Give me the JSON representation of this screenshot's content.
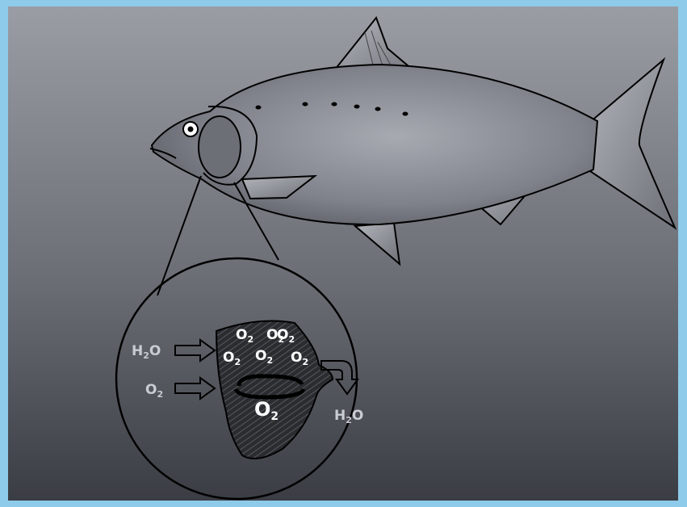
{
  "labels": {
    "water_in": {
      "main": "H",
      "sub": "2",
      "tail": "O"
    },
    "oxygen_in": {
      "main": "O",
      "sub": "2"
    },
    "water_out": {
      "main": "H",
      "sub": "2",
      "tail": "O"
    },
    "gill_o2": {
      "main": "O",
      "sub": "2"
    },
    "gill_o2_large": {
      "main": "O",
      "sub": "2"
    }
  },
  "colors": {
    "border": "#8ecbea",
    "background_top": "#8f9299",
    "background_bottom": "#3c3f45",
    "fish_body": "#8a8d94",
    "fish_outline": "#000000",
    "gill_tissue": "#2b2d31",
    "label_light": "#c9ccd2",
    "label_white": "#ffffff"
  },
  "icons": [
    "fish-illustration",
    "magnifier-circle",
    "gill-filament",
    "arrow-right-icon",
    "arrow-curved-down-icon"
  ]
}
